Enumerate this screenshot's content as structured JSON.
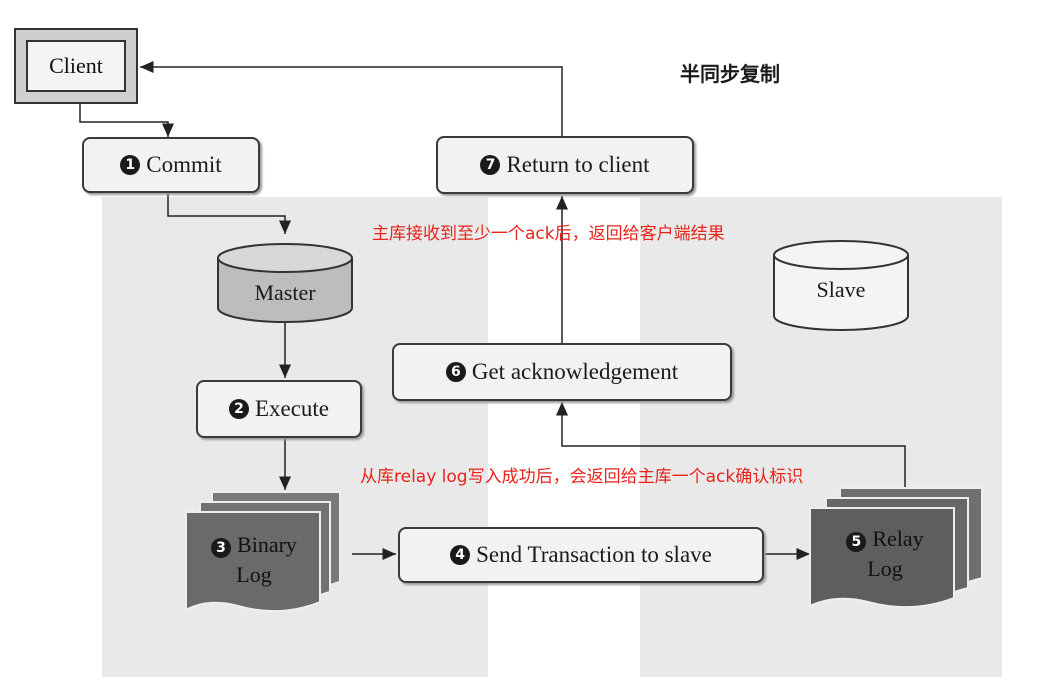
{
  "title": "半同步复制",
  "client": {
    "label": "Client"
  },
  "steps": {
    "commit": {
      "num": "1",
      "label": "Commit"
    },
    "execute": {
      "num": "2",
      "label": "Execute"
    },
    "binary_log": {
      "num": "3",
      "label_line1": "Binary",
      "label_line2": "Log"
    },
    "send": {
      "num": "4",
      "label": "Send Transaction to slave"
    },
    "relay_log": {
      "num": "5",
      "label_line1": "Relay",
      "label_line2": "Log"
    },
    "ack": {
      "num": "6",
      "label": "Get acknowledgement"
    },
    "return": {
      "num": "7",
      "label": "Return to client"
    }
  },
  "databases": {
    "master": "Master",
    "slave": "Slave"
  },
  "notes": {
    "master_ack": "主库接收到至少一个ack后，返回给客户端结果",
    "slave_ack": "从库relay log写入成功后，会返回给主库一个ack确认标识"
  },
  "colors": {
    "annotation": "#e8231a",
    "log_fill": "#666666",
    "panel": "#e9e9e9",
    "cylinder_top": "#c9c9c9"
  }
}
